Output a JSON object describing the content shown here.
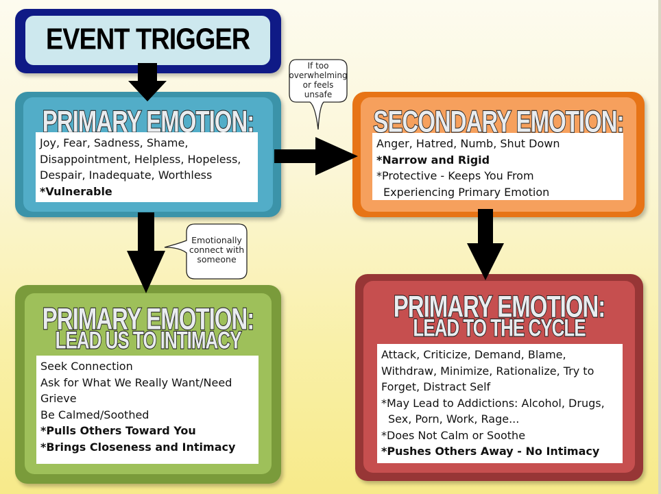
{
  "diagram": {
    "event_trigger": {
      "title": "EVENT TRIGGER"
    },
    "primary_emotion": {
      "title": "PRIMARY EMOTION:",
      "lines": [
        {
          "text": "Joy, Fear, Sadness, Shame,",
          "bold": false
        },
        {
          "text": "Disappointment, Helpless, Hopeless,",
          "bold": false
        },
        {
          "text": "Despair, Inadequate, Worthless",
          "bold": false
        },
        {
          "text": "*Vulnerable",
          "bold": true
        }
      ]
    },
    "secondary_emotion": {
      "title": "SECONDARY EMOTION:",
      "lines": [
        {
          "text": "Anger, Hatred, Numb, Shut Down",
          "bold": false
        },
        {
          "text": "*Narrow and Rigid",
          "bold": true
        },
        {
          "text": "*Protective - Keeps You From",
          "bold": false
        },
        {
          "text": "Experiencing Primary Emotion",
          "bold": false
        }
      ]
    },
    "intimacy": {
      "title_line1": "PRIMARY EMOTION:",
      "title_line2": "LEAD US TO INTIMACY",
      "lines": [
        {
          "text": "Seek Connection",
          "bold": false
        },
        {
          "text": "Ask for What We Really Want/Need",
          "bold": false
        },
        {
          "text": "Grieve",
          "bold": false
        },
        {
          "text": "Be Calmed/Soothed",
          "bold": false
        },
        {
          "text": "*Pulls Others Toward You",
          "bold": true
        },
        {
          "text": "*Brings Closeness and Intimacy",
          "bold": true
        }
      ]
    },
    "cycle": {
      "title_line1": "PRIMARY EMOTION:",
      "title_line2": "LEAD TO THE CYCLE",
      "lines": [
        {
          "text": "Attack, Criticize, Demand, Blame,",
          "bold": false
        },
        {
          "text": "Withdraw, Minimize, Rationalize, Try to",
          "bold": false
        },
        {
          "text": "Forget, Distract Self",
          "bold": false
        },
        {
          "text": "*May Lead to Addictions: Alcohol, Drugs,",
          "bold": false
        },
        {
          "text": "Sex, Porn, Work, Rage...",
          "bold": false
        },
        {
          "text": "*Does Not Calm or Soothe",
          "bold": false
        },
        {
          "text": "*Pushes Others Away - No Intimacy",
          "bold": true
        }
      ]
    },
    "callouts": {
      "overwhelming": [
        "If too",
        "overwhelming",
        "or feels",
        "unsafe"
      ],
      "connect": [
        "Emotionally",
        "connect with",
        "someone"
      ]
    }
  },
  "colors": {
    "event_outer": "#0f1a86",
    "event_inner": "#cde8ee",
    "primary": "#3b93a9",
    "secondary": "#e77416",
    "intimacy": "#7a9b3b",
    "cycle": "#973636"
  }
}
